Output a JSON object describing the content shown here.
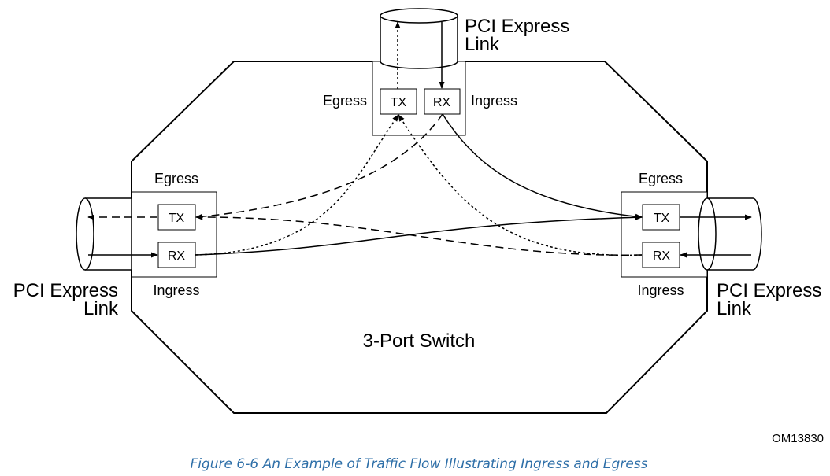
{
  "diagram": {
    "switch_label": "3-Port Switch",
    "ref_code": "OM13830",
    "caption": "Figure  6-6  An Example of Traffic Flow Illustrating Ingress and Egress",
    "colors": {
      "line": "#000000",
      "caption": "#2e6fa8",
      "background": "#ffffff"
    },
    "ports": {
      "top": {
        "link_line1": "PCI Express",
        "link_line2": "Link",
        "egress": "Egress",
        "ingress": "Ingress",
        "tx": "TX",
        "rx": "RX"
      },
      "left": {
        "link_line1": "PCI Express",
        "link_line2": "Link",
        "egress": "Egress",
        "ingress": "Ingress",
        "tx": "TX",
        "rx": "RX"
      },
      "right": {
        "link_line1": "PCI Express",
        "link_line2": "Link",
        "egress": "Egress",
        "ingress": "Ingress",
        "tx": "TX",
        "rx": "RX"
      }
    },
    "flows": [
      {
        "from": "top.RX",
        "to": "right.TX",
        "style": "solid"
      },
      {
        "from": "top.RX",
        "to": "left.TX",
        "style": "dashed"
      },
      {
        "from": "left.RX",
        "to": "right.TX",
        "style": "solid"
      },
      {
        "from": "left.RX",
        "to": "top.TX",
        "style": "dotted"
      },
      {
        "from": "right.RX",
        "to": "left.TX",
        "style": "dashed"
      },
      {
        "from": "right.RX",
        "to": "top.TX",
        "style": "dotted"
      }
    ]
  }
}
